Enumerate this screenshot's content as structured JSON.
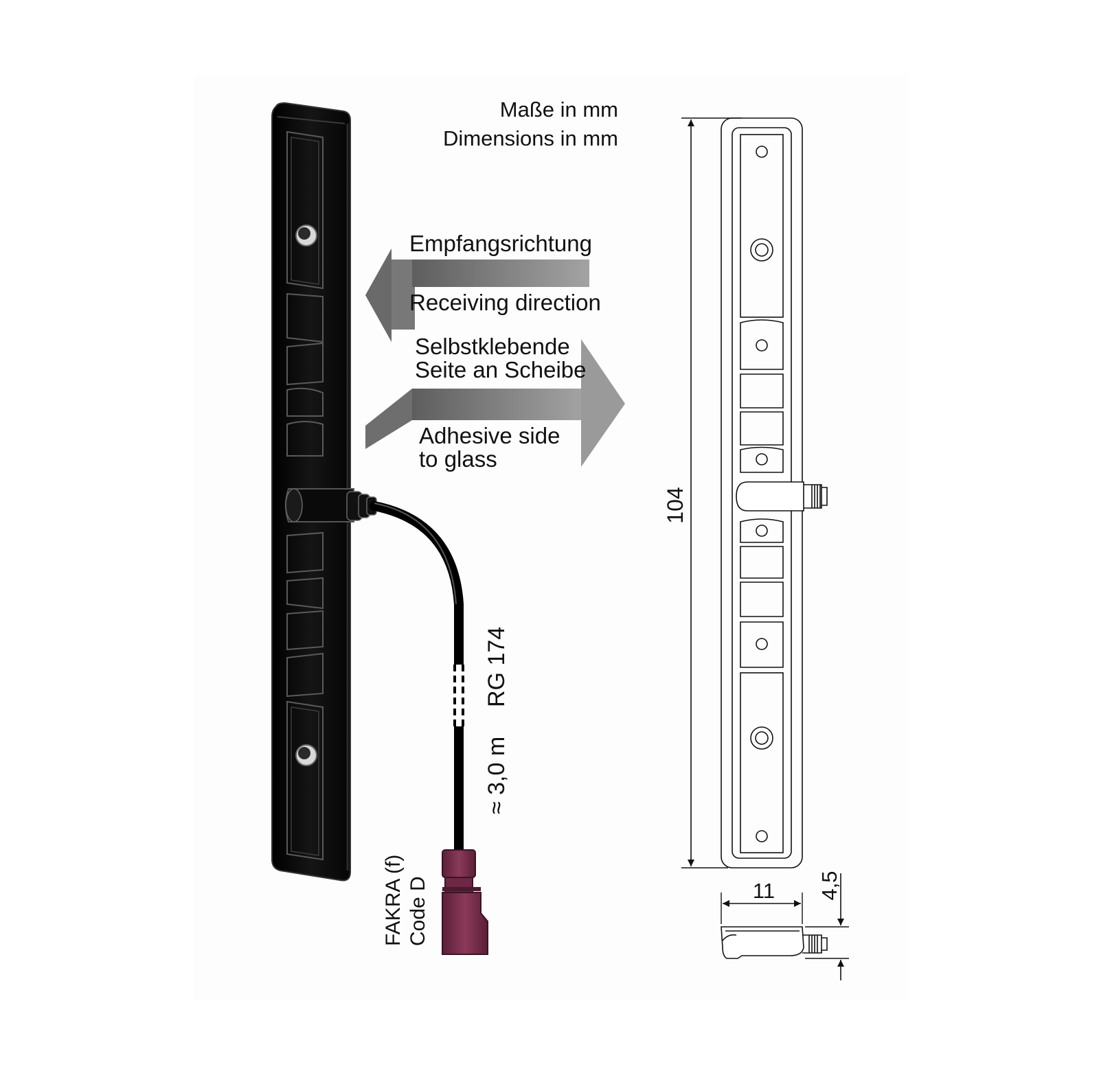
{
  "units_note": {
    "line1": "Maße in mm",
    "line2": "Dimensions in mm"
  },
  "receiving": {
    "label_de": "Empfangsrichtung",
    "label_en": "Receiving direction"
  },
  "adhesive": {
    "label_de_1": "Selbstklebende",
    "label_de_2": "Seite an Scheibe",
    "label_en_1": "Adhesive side",
    "label_en_2": "to glass"
  },
  "cable": {
    "type": "RG 174",
    "length": "≈ 3,0 m"
  },
  "connector": {
    "line1": "FAKRA (f)",
    "line2": "Code D",
    "color": "#7a2b4a"
  },
  "dimensions": {
    "length": "104",
    "width": "11",
    "height": "4,5"
  },
  "colors": {
    "antenna_body": "#0b0b0b",
    "arrow_fill": "#8a8a8a",
    "line": "#111111"
  }
}
